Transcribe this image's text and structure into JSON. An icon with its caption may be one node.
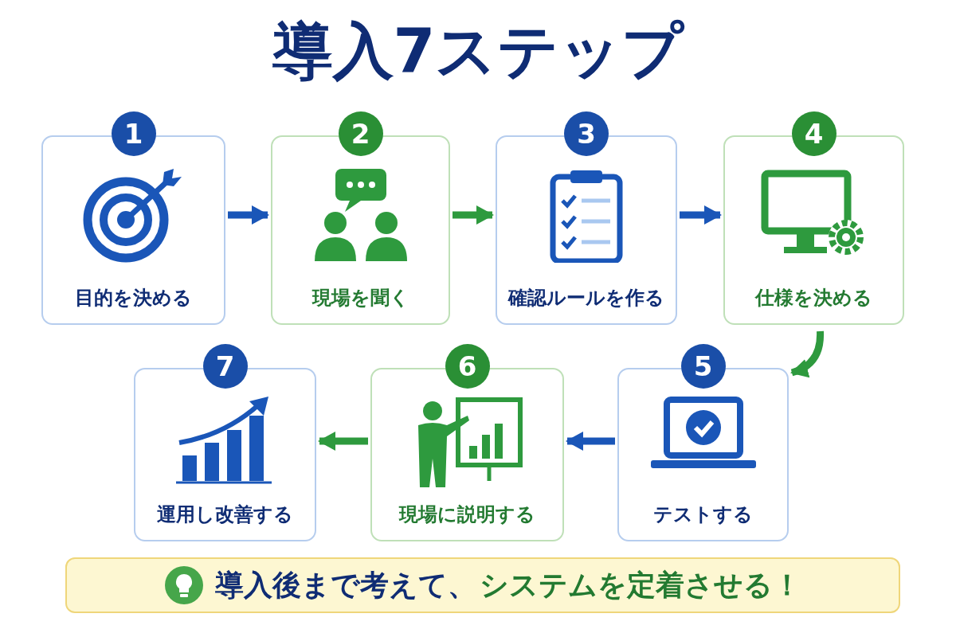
{
  "diagram": {
    "title": "導入7ステップ",
    "nodes": [
      {
        "text": [
          "1",
          "目的を決める"
        ]
      },
      {
        "text": [
          "2",
          "現場を聞く"
        ]
      },
      {
        "text": [
          "3",
          "確認ルールを作る"
        ]
      },
      {
        "text": [
          "4",
          "仕様を決める"
        ]
      },
      {
        "text": [
          "5",
          "テストする"
        ]
      },
      {
        "text": [
          "6",
          "現場に説明する"
        ]
      },
      {
        "text": [
          "7",
          "運用し改善する"
        ]
      },
      {
        "text": [
          "導入後まで考えて、",
          "システムを定着させる！"
        ]
      }
    ],
    "edges": [
      {
        "from": 0,
        "to": 1,
        "arrow": "to",
        "color": "#1a56b8"
      },
      {
        "from": 1,
        "to": 2,
        "arrow": "to",
        "color": "#2e9a3e"
      },
      {
        "from": 2,
        "to": 3,
        "arrow": "to",
        "color": "#1a56b8"
      },
      {
        "from": 3,
        "to": 4,
        "arrow": "to",
        "color": "#2e9a3e"
      },
      {
        "from": 4,
        "to": 5,
        "arrow": "to",
        "color": "#1a56b8"
      },
      {
        "from": 5,
        "to": 6,
        "arrow": "to",
        "color": "#2e9a3e"
      }
    ]
  }
}
